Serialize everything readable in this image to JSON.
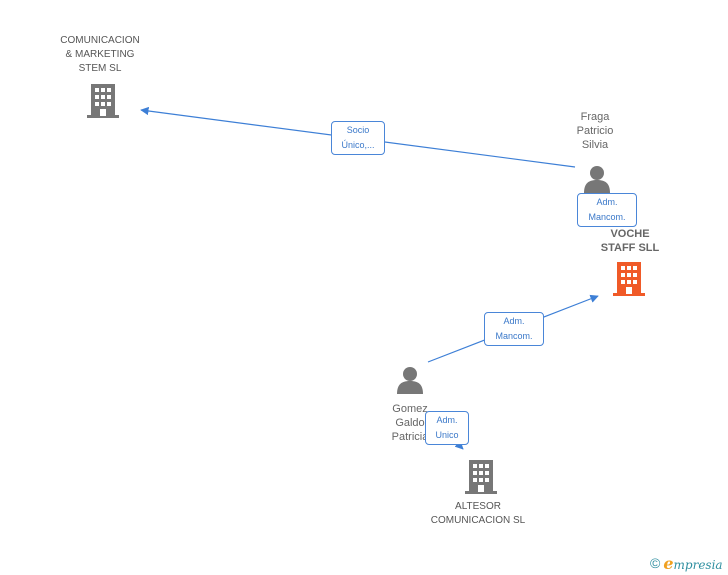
{
  "nodes": {
    "comunicacion": {
      "lines": [
        "COMUNICACION",
        "& MARKETING",
        "STEM  SL"
      ],
      "type": "company",
      "color": "#777777"
    },
    "fraga": {
      "lines": [
        "Fraga",
        "Patricio",
        "Silvia"
      ],
      "type": "person",
      "color": "#777777"
    },
    "voche": {
      "lines": [
        "VOCHE",
        "STAFF SLL"
      ],
      "type": "company",
      "color": "#f05a28"
    },
    "gomez": {
      "lines": [
        "Gomez",
        "Galdo",
        "Patricia"
      ],
      "type": "person",
      "color": "#777777"
    },
    "altesor": {
      "lines": [
        "ALTESOR",
        "COMUNICACION SL"
      ],
      "type": "company",
      "color": "#777777"
    }
  },
  "edges": {
    "socio": {
      "lines": [
        "Socio",
        "Único,..."
      ]
    },
    "fraga_adm": {
      "lines": [
        "Adm.",
        "Mancom."
      ]
    },
    "gomez_adm": {
      "lines": [
        "Adm.",
        "Mancom."
      ]
    },
    "gomez_unico": {
      "lines": [
        "Adm.",
        "Unico"
      ]
    }
  },
  "colors": {
    "edge": "#3d7fd6"
  },
  "footer": {
    "copyright": "©",
    "brand_first": "e",
    "brand_rest": "mpresia"
  }
}
